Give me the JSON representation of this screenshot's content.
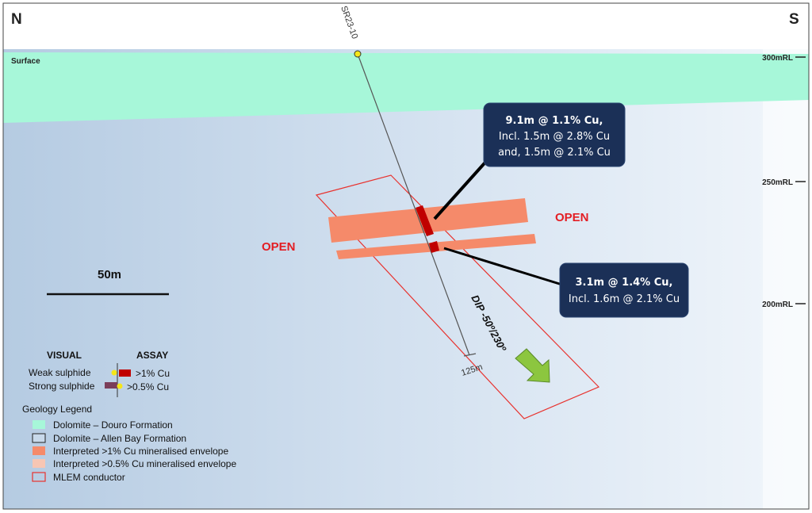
{
  "compass": {
    "north": "N",
    "south": "S"
  },
  "surface_label": "Surface",
  "rl_labels": [
    "300mRL",
    "250mRL",
    "200mRL"
  ],
  "drillhole": {
    "name": "SR23-10",
    "depth_label": "125m"
  },
  "open_labels": [
    "OPEN",
    "OPEN"
  ],
  "scale_bar": {
    "label": "50m"
  },
  "dip_label": "DIP -50º/230º",
  "callouts": [
    {
      "line1": "9.1m @ 1.1% Cu,",
      "line2": "Incl. 1.5m @ 2.8% Cu",
      "line3": "and, 1.5m @ 2.1% Cu"
    },
    {
      "line1": "3.1m @ 1.4% Cu,",
      "line2": "Incl. 1.6m @ 2.1% Cu"
    }
  ],
  "legend": {
    "visual_header": "VISUAL",
    "assay_header": "ASSAY",
    "weak": "Weak sulphide",
    "strong": "Strong sulphide",
    "assay_high": ">1% Cu",
    "assay_low": ">0.5% Cu",
    "geology_title": "Geology Legend",
    "items": [
      "Dolomite – Douro Formation",
      "Dolomite – Allen Bay Formation",
      "Interpreted >1% Cu mineralised envelope",
      "Interpreted >0.5% Cu mineralised envelope",
      "MLEM conductor"
    ]
  },
  "colors": {
    "douro": "#a7f7d9",
    "allen_bay": "#c8d9ea",
    "envelope_high": "#f58a6a",
    "envelope_low": "#f7c6b4",
    "conductor": "#e8322e",
    "assay_red": "#c00000",
    "callout_bg": "#1b3057",
    "open_red": "#e31e24",
    "arrow_green": "#8cc63f",
    "collar_yellow": "#f5e61a",
    "strong_sulphide": "#7b3e5a"
  }
}
